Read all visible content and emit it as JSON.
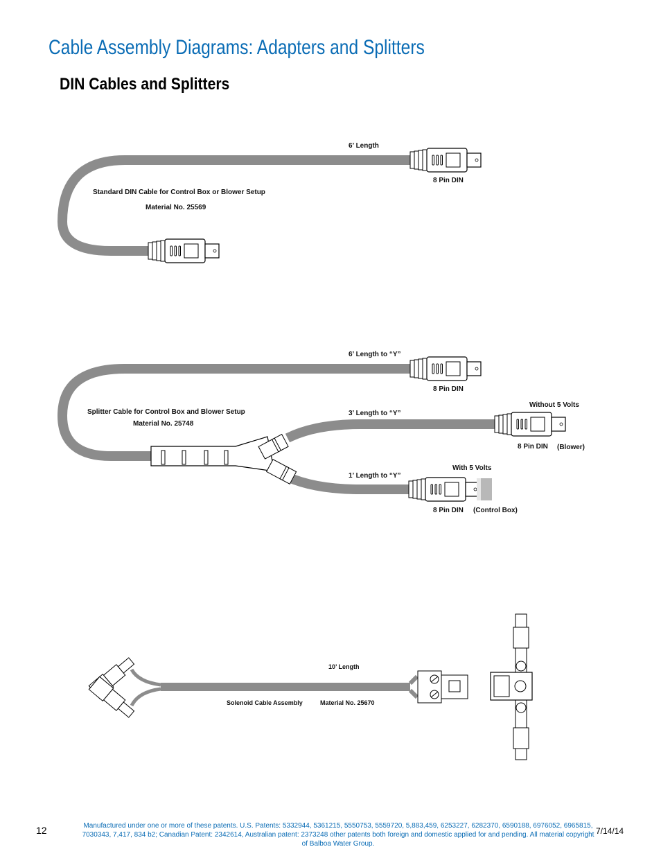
{
  "header": {
    "title": "Cable Assembly Diagrams: Adapters and Splitters",
    "subtitle": "DIN Cables and Splitters"
  },
  "diagram1": {
    "length_label": "6’ Length",
    "connector_label": "8 Pin DIN",
    "description": "Standard DIN Cable for Control Box or Blower Setup",
    "material": "Material No. 25569"
  },
  "diagram2": {
    "length_top": "6’ Length to “Y”",
    "connector_top": "8 Pin DIN",
    "description": "Splitter Cable for Control Box and Blower Setup",
    "material": "Material No. 25748",
    "length_mid": "3’ Length to “Y”",
    "without_volts": "Without 5 Volts",
    "connector_blower": "8 Pin DIN",
    "blower": "(Blower)",
    "length_bottom": "1’ Length to “Y”",
    "with_volts": "With 5 Volts",
    "connector_cb": "8 Pin DIN",
    "control_box": "(Control Box)"
  },
  "diagram3": {
    "length": "10’ Length",
    "description": "Solenoid Cable Assembly",
    "material": "Material No. 25670"
  },
  "footer": {
    "page_number": "12",
    "patents": "Manufactured under one or more of these patents. U.S. Patents: 5332944, 5361215, 5550753, 5559720, 5,883,459, 6253227, 6282370, 6590188, 6976052, 6965815, 7030343, 7,417, 834 b2; Canadian Patent: 2342614, Australian patent: 2373248 other patents both foreign and domestic applied for and pending.  All material copyright of Balboa Water Group.",
    "date": "7/14/14"
  },
  "colors": {
    "title": "#0a6cb5",
    "cable": "#8c8c8c",
    "footer_text": "#0a6cb5"
  }
}
